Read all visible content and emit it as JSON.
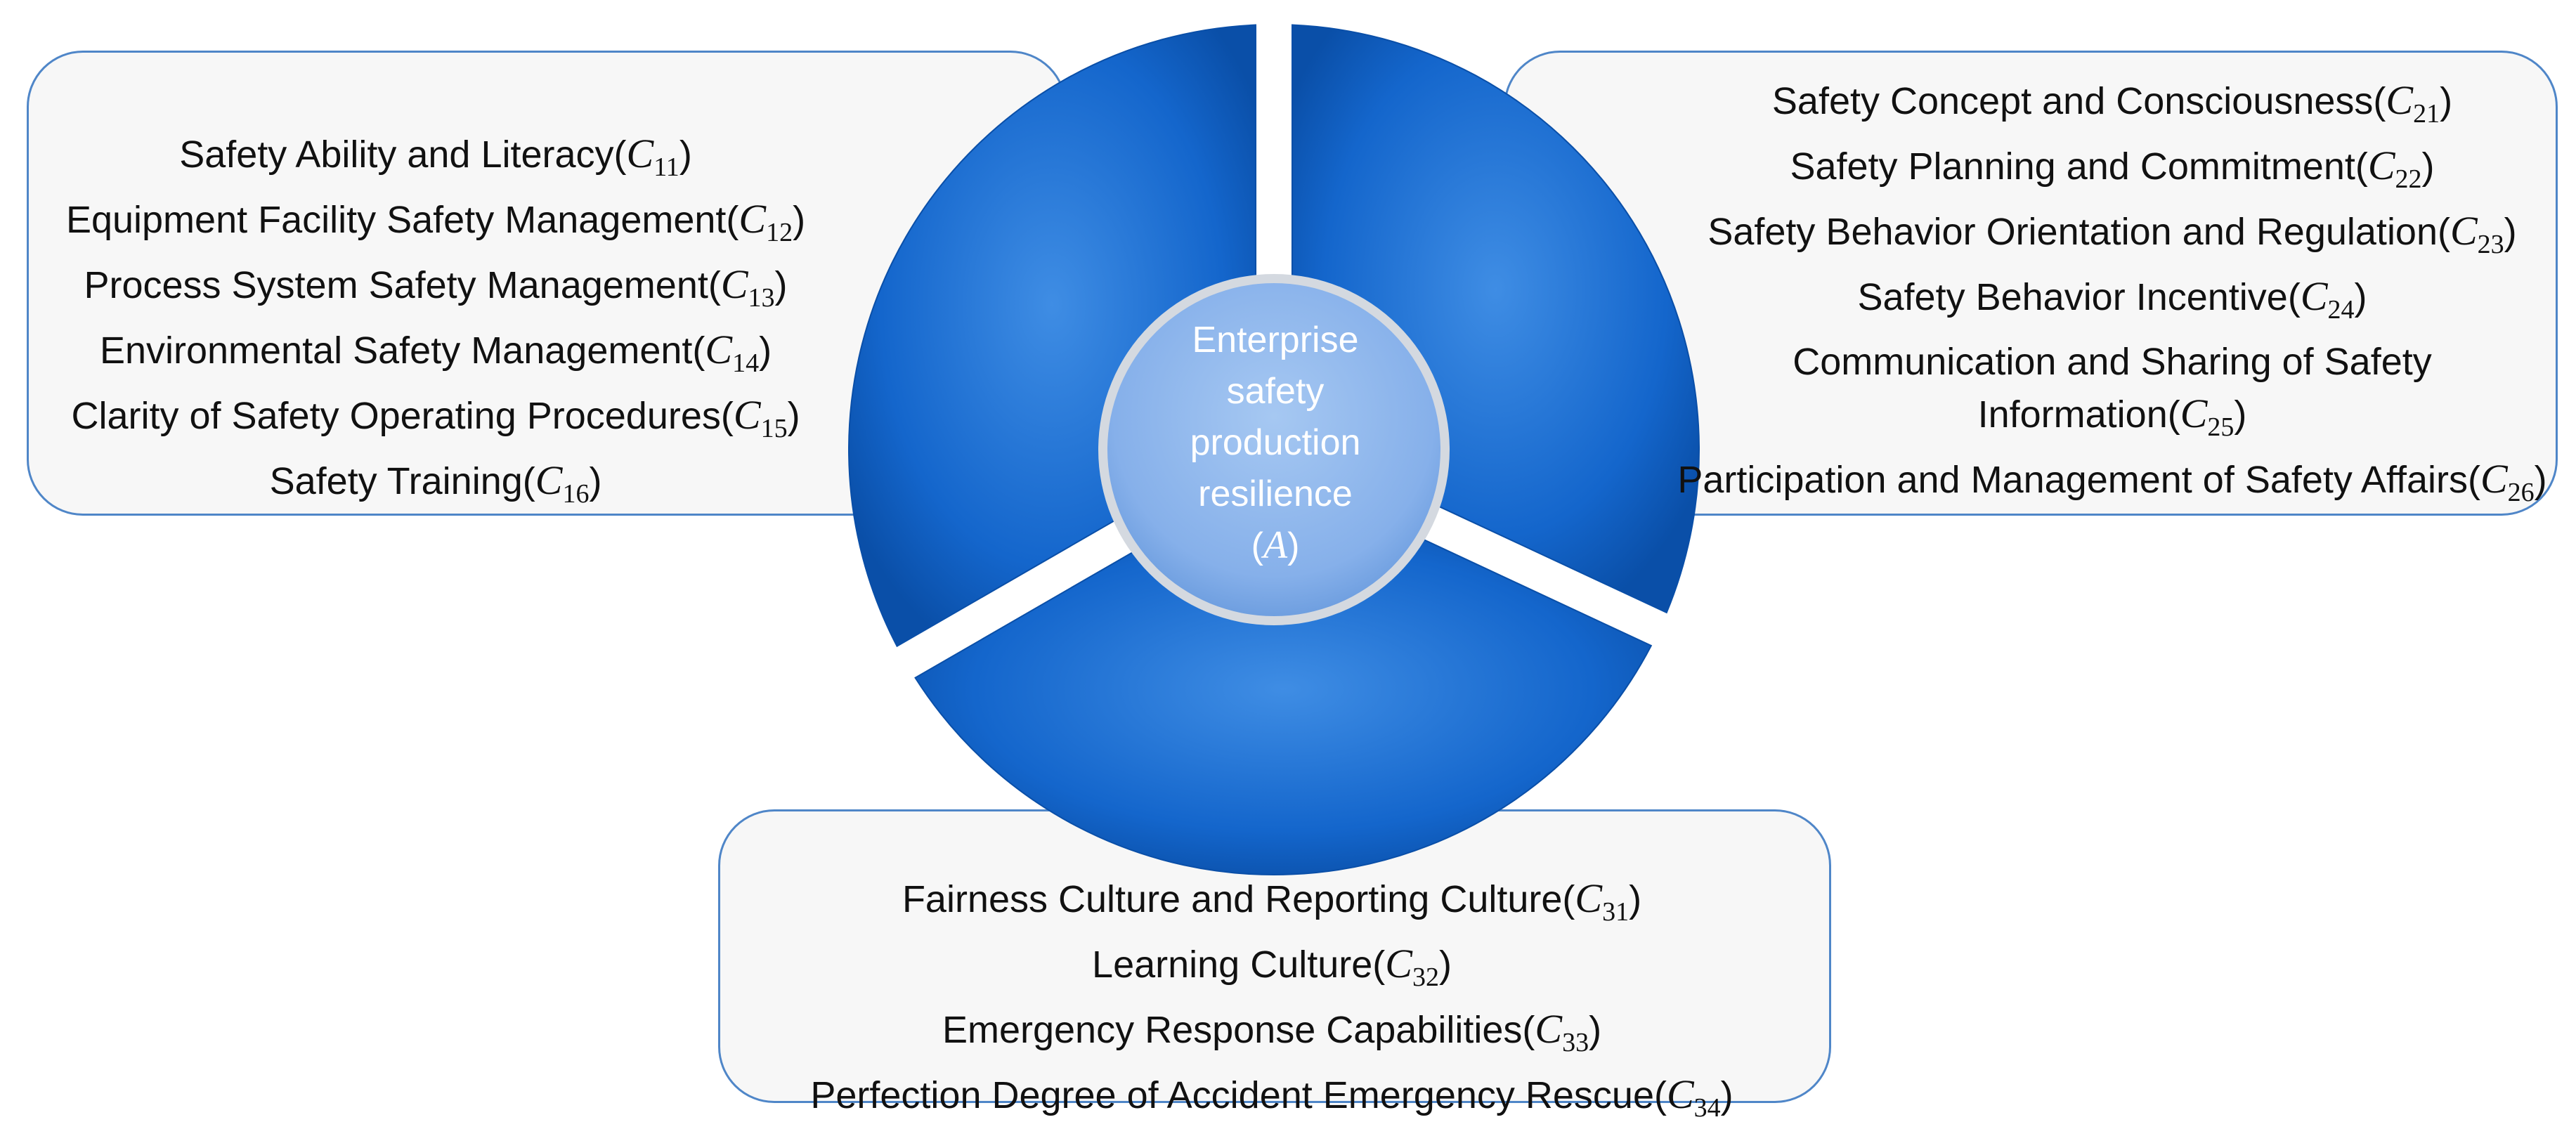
{
  "center": {
    "lines": [
      "Enterprise",
      "safety",
      "production",
      "resilience"
    ],
    "symbol": "A"
  },
  "groups": [
    {
      "items": [
        {
          "text": "Safety Ability and Literacy",
          "symbol": "C",
          "sub": "11"
        },
        {
          "text": "Equipment Facility Safety Management",
          "symbol": "C",
          "sub": "12"
        },
        {
          "text": "Process System Safety Management",
          "symbol": "C",
          "sub": "13"
        },
        {
          "text": "Environmental Safety Management",
          "symbol": "C",
          "sub": "14"
        },
        {
          "text": "Clarity of Safety Operating Procedures",
          "symbol": "C",
          "sub": "15"
        },
        {
          "text": "Safety Training",
          "symbol": "C",
          "sub": "16"
        }
      ]
    },
    {
      "items": [
        {
          "text": "Safety Concept and Consciousness",
          "symbol": "C",
          "sub": "21"
        },
        {
          "text": "Safety Planning and Commitment",
          "symbol": "C",
          "sub": "22"
        },
        {
          "text": "Safety Behavior Orientation and Regulation",
          "symbol": "C",
          "sub": "23"
        },
        {
          "text": "Safety Behavior Incentive",
          "symbol": "C",
          "sub": "24"
        },
        {
          "text": "Communication and Sharing of Safety Information",
          "symbol": "C",
          "sub": "25"
        },
        {
          "text": "Participation and Management of Safety Affairs",
          "symbol": "C",
          "sub": "26"
        }
      ]
    },
    {
      "items": [
        {
          "text": "Fairness Culture and Reporting Culture",
          "symbol": "C",
          "sub": "31"
        },
        {
          "text": "Learning Culture",
          "symbol": "C",
          "sub": "32"
        },
        {
          "text": "Emergency Response Capabilities",
          "symbol": "C",
          "sub": "33"
        },
        {
          "text": "Perfection Degree of Accident Emergency Rescue",
          "symbol": "C",
          "sub": "34"
        }
      ]
    }
  ],
  "colors": {
    "ring": "#1466cc",
    "ring_light": "#3f8de4",
    "ring_dark": "#0a4fa8",
    "hub": "#8db6ec",
    "panel_border": "#4f86c8",
    "panel_fill": "#f7f7f7",
    "text": "#111111"
  }
}
